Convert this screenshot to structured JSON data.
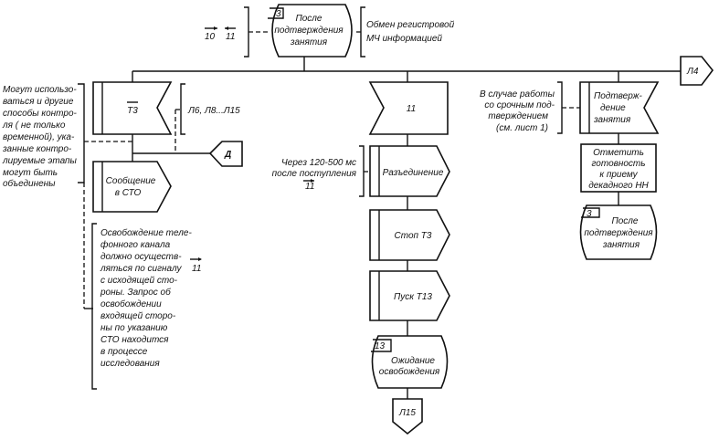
{
  "top_state": {
    "number": "3",
    "lines": [
      "После",
      "подтверждения",
      "занятия"
    ]
  },
  "top_signals": {
    "a": "10",
    "b": "11"
  },
  "top_comment": [
    "Обмен регистровой",
    "МЧ информацией"
  ],
  "connector_l4": "Л4",
  "col1": {
    "input": "T3",
    "input_comment": "Л6, Л8...Л15",
    "left_comment": [
      "Могут использо-",
      "ваться и другие",
      "способы контро-",
      "ля ( не только",
      "временной), ука-",
      "занные контро-",
      "лируемые этапы",
      "могут быть",
      "объединены"
    ],
    "connector": "Д",
    "output": [
      "Сообщение",
      "в СТО"
    ],
    "release_comment": [
      "Освобождение теле-",
      "фонного канала",
      "должно осуществ-",
      "ляться по сигналу",
      "с исходящей сто-",
      "роны. Запрос об",
      "освобождении",
      "входящей сторо-",
      "ны по указанию",
      "СТО находится",
      "в процессе",
      "исследования"
    ],
    "release_signal": "11"
  },
  "col2": {
    "input": "11",
    "output_comment": [
      "Через  120-500 мс",
      "после поступления",
      "11"
    ],
    "outputs": [
      "Разъединение",
      "Стоп Т3",
      "Пуск Т13"
    ],
    "state": {
      "number": "13",
      "lines": [
        "Ожидание",
        "освобождения"
      ]
    },
    "connector": "Л15"
  },
  "col3": {
    "input_comment": [
      "В случае работы",
      "со срочным под-",
      "тверждением",
      "(см. лист 1)"
    ],
    "input": [
      "Подтверж-",
      "дение",
      "занятия"
    ],
    "task": [
      "Отметить",
      "готовность",
      "к приему",
      "декадного  НН"
    ],
    "state": {
      "number": "3",
      "lines": [
        "После",
        "подтверждения",
        "занятия"
      ]
    }
  }
}
